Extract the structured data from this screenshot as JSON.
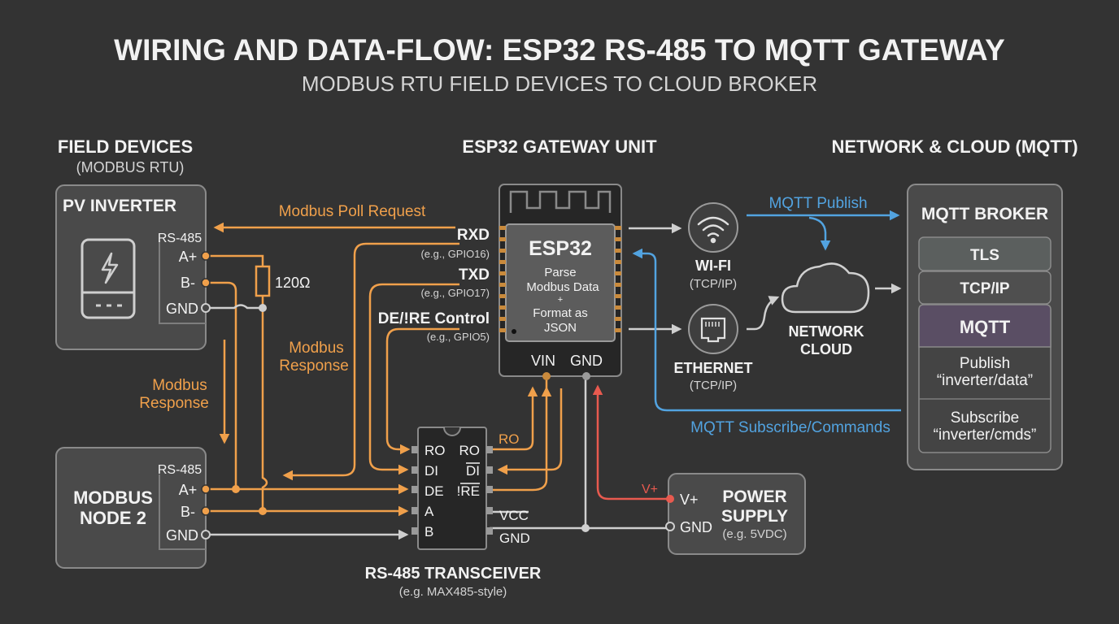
{
  "title": "WIRING AND DATA-FLOW: ESP32 RS-485 TO MQTT GATEWAY",
  "subtitle": "MODBUS RTU FIELD DEVICES TO CLOUD BROKER",
  "sections": {
    "field": "FIELD DEVICES",
    "field_sub": "(MODBUS RTU)",
    "gateway": "ESP32 GATEWAY UNIT",
    "cloud": "NETWORK & CLOUD (MQTT)"
  },
  "pv_inverter": {
    "title": "PV INVERTER",
    "rs485": "RS-485",
    "a": "A+",
    "b": "B-",
    "gnd": "GND"
  },
  "node2": {
    "title_1": "MODBUS",
    "title_2": "NODE 2",
    "rs485": "RS-485",
    "a": "A+",
    "b": "B-",
    "gnd": "GND"
  },
  "resistor": "120Ω",
  "flows": {
    "poll_request": "Modbus Poll Request",
    "response_1_l1": "Modbus",
    "response_1_l2": "Response",
    "response_2_l1": "Modbus",
    "response_2_l2": "Response",
    "mqtt_publish": "MQTT Publish",
    "mqtt_subscribe": "MQTT Subscribe/Commands"
  },
  "esp32": {
    "chip": "ESP32",
    "desc_1": "Parse",
    "desc_2": "Modbus Data",
    "desc_3": "+",
    "desc_4": "Format as",
    "desc_5": "JSON",
    "vin": "VIN",
    "gnd": "GND",
    "rxd": "RXD",
    "rxd_pin": "(e.g., GPIO16)",
    "txd": "TXD",
    "txd_pin": "(e.g., GPIO17)",
    "de": "DE/!RE Control",
    "de_pin": "(e.g., GPIO5)"
  },
  "transceiver": {
    "title": "RS-485 TRANSCEIVER",
    "sub": "(e.g. MAX485-style)",
    "pin_ro": "RO",
    "pin_di": "DI",
    "pin_de": "DE",
    "pin_a": "A",
    "pin_b": "B",
    "pin_ro_r": "RO",
    "pin_di_r": "DI",
    "pin_re_r": "!RE",
    "pin_vcc": "VCC",
    "pin_gnd": "GND",
    "ro_out": "RO"
  },
  "power": {
    "title_1": "POWER",
    "title_2": "SUPPLY",
    "sub": "(e.g. 5VDC)",
    "vplus": "V+",
    "vplus_pin": "V+",
    "gnd": "GND"
  },
  "network": {
    "wifi": "WI-FI",
    "wifi_sub": "(TCP/IP)",
    "eth": "ETHERNET",
    "eth_sub": "(TCP/IP)",
    "cloud_1": "NETWORK",
    "cloud_2": "CLOUD"
  },
  "broker": {
    "title": "MQTT BROKER",
    "tls": "TLS",
    "tcp": "TCP/IP",
    "mqtt": "MQTT",
    "publish_1": "Publish",
    "publish_2": "“inverter/data”",
    "subscribe_1": "Subscribe",
    "subscribe_2": "“inverter/cmds”"
  },
  "colors": {
    "background": "#333333",
    "modbus_wire": "#f0a04b",
    "mqtt_flow": "#52a3e0",
    "power_wire": "#e85a4f",
    "ground_wire": "#cfcfcf"
  }
}
